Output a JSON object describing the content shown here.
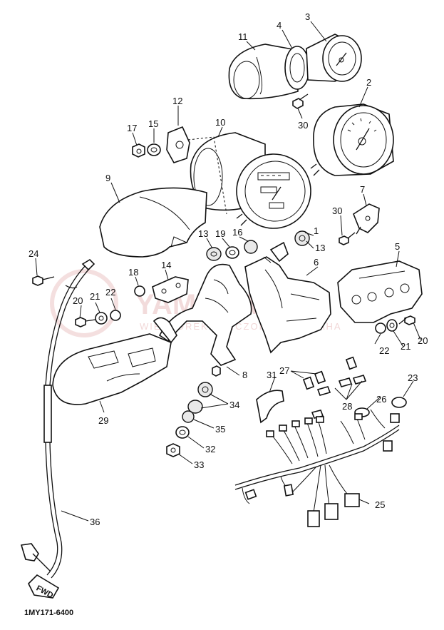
{
  "diagram": {
    "watermark_text": "YAMAHA",
    "watermark_sub": "WIECZOREK  ·  WICZOREK  ·  YAMAHA",
    "catalog_code": "1MY171-6400",
    "fwd_label": "FWD",
    "callouts": {
      "c1": "1",
      "c2": "2",
      "c3": "3",
      "c4": "4",
      "c5": "5",
      "c6": "6",
      "c7": "7",
      "c8": "8",
      "c9": "9",
      "c10": "10",
      "c11": "11",
      "c12": "12",
      "c13a": "13",
      "c13b": "13",
      "c14": "14",
      "c15": "15",
      "c16": "16",
      "c17": "17",
      "c18": "18",
      "c19": "19",
      "c20a": "20",
      "c20b": "20",
      "c21a": "21",
      "c21b": "21",
      "c22a": "22",
      "c22b": "22",
      "c23": "23",
      "c24": "24",
      "c25": "25",
      "c26": "26",
      "c27": "27",
      "c28": "28",
      "c29": "29",
      "c30a": "30",
      "c30b": "30",
      "c31": "31",
      "c32": "32",
      "c33": "33",
      "c34": "34",
      "c35": "35",
      "c36": "36"
    }
  }
}
